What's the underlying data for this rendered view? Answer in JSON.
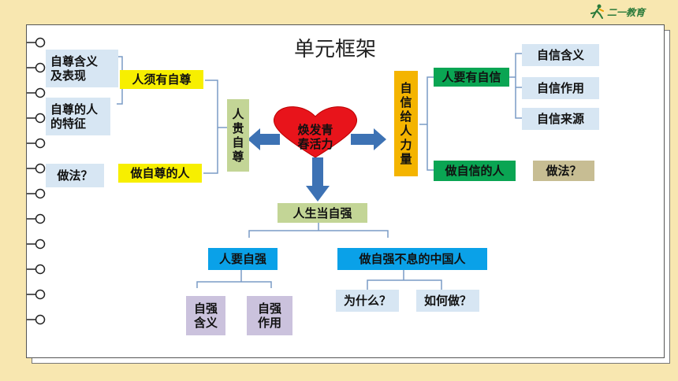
{
  "logo": {
    "text": "二一教育"
  },
  "title": "单元框架",
  "heart": {
    "line1": "焕发青",
    "line2": "春活力"
  },
  "left": {
    "main": "人贵自尊",
    "branch1": "人须有自尊",
    "branch2": "做自尊的人",
    "leaf1": {
      "line1": "自尊含义",
      "line2": "及表现"
    },
    "leaf2": {
      "line1": "自尊的人",
      "line2": "的特征"
    },
    "leaf3": "做法？"
  },
  "right": {
    "main": "自信给人力量",
    "branch1": "人要有自信",
    "branch2": "做自信的人",
    "leaf1": "自信含义",
    "leaf2": "自信作用",
    "leaf3": "自信来源",
    "leaf4": "做法？"
  },
  "bottom": {
    "main": "人生当自强",
    "branch1": "人要自强",
    "branch2": "做自强不息的中国人",
    "leaf1": {
      "line1": "自强",
      "line2": "含义"
    },
    "leaf2": {
      "line1": "自强",
      "line2": "作用"
    },
    "leaf3": "为什么？",
    "leaf4": "如何做？"
  },
  "colors": {
    "background": "#f8e7b0",
    "light_blue": "#d7e6f3",
    "yellow": "#f7ef00",
    "olive_green": "#c3d596",
    "green": "#0aa553",
    "orange": "#f4b400",
    "blue": "#0aa1e8",
    "purple": "#cbc2dd",
    "tan": "#c7bd93",
    "heart": "#e8141b",
    "arrow": "#3d72b4"
  }
}
